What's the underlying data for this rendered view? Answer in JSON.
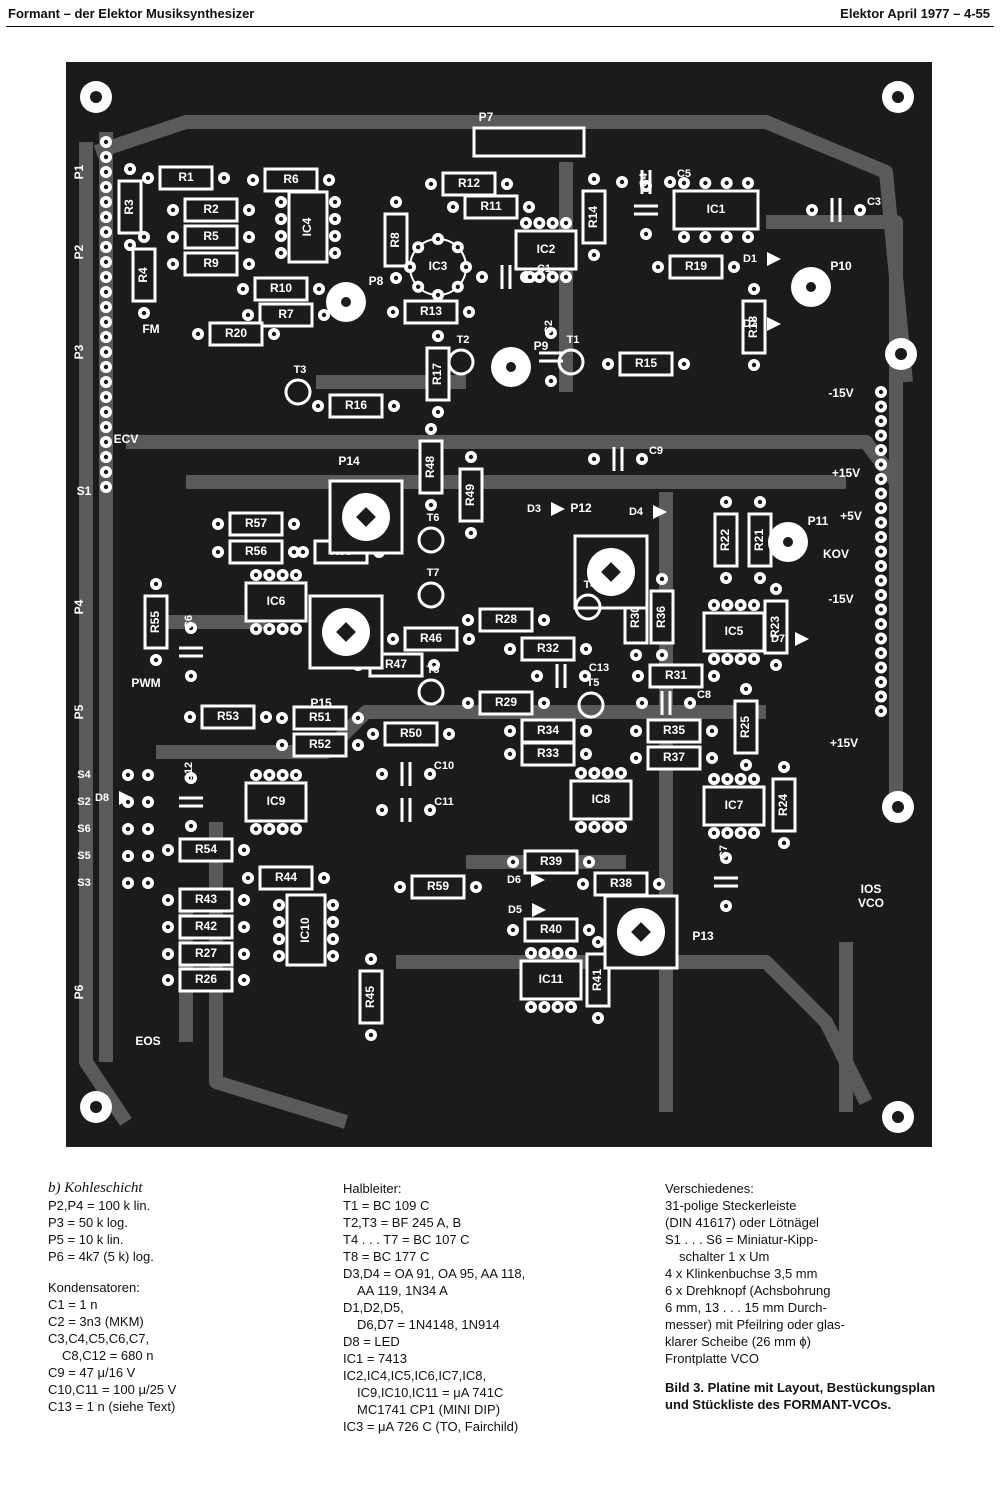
{
  "header": {
    "left": "Formant – der Elektor Musiksynthesizer",
    "right": "Elektor April 1977 – 4-55"
  },
  "board": {
    "component_labels": [
      "P1",
      "P2",
      "P3",
      "P4",
      "P5",
      "P6",
      "P7",
      "P8",
      "P9",
      "P10",
      "P11",
      "P12",
      "P13",
      "P14",
      "P15",
      "R1",
      "R2",
      "R3",
      "R4",
      "R5",
      "R6",
      "R7",
      "R8",
      "R9",
      "R10",
      "R11",
      "R12",
      "R13",
      "R14",
      "R15",
      "R16",
      "R17",
      "R18",
      "R19",
      "R20",
      "R21",
      "R22",
      "R23",
      "R24",
      "R25",
      "R26",
      "R27",
      "R28",
      "R29",
      "R30",
      "R31",
      "R32",
      "R33",
      "R34",
      "R35",
      "R36",
      "R37",
      "R38",
      "R39",
      "R40",
      "R41",
      "R42",
      "R43",
      "R44",
      "R45",
      "R46",
      "R47",
      "R48",
      "R49",
      "R50",
      "R51",
      "R52",
      "R53",
      "R54",
      "R55",
      "R56",
      "R57",
      "R58",
      "R59",
      "C1",
      "C2",
      "C3",
      "C4",
      "C5",
      "C6",
      "C7",
      "C8",
      "C9",
      "C10",
      "C11",
      "C12",
      "C13",
      "IC1",
      "IC2",
      "IC3",
      "IC4",
      "IC5",
      "IC6",
      "IC7",
      "IC8",
      "IC9",
      "IC10",
      "IC11",
      "T1",
      "T2",
      "T3",
      "T4",
      "T5",
      "T6",
      "T7",
      "T8",
      "D1",
      "D2",
      "D3",
      "D4",
      "D5",
      "D6",
      "D7",
      "D8",
      "S1",
      "S2",
      "S3",
      "S4",
      "S5",
      "S6",
      "FM",
      "ECV",
      "PWM",
      "EOS",
      "KOV",
      "IOS",
      "VCO",
      "-15V",
      "+15V",
      "+5V"
    ]
  },
  "col1": {
    "heading": "b) Kohleschicht",
    "lines_a": [
      "P2,P4 = 100 k lin.",
      "P3 = 50 k log.",
      "P5 = 10 k lin.",
      "P6 = 4k7 (5 k) log."
    ],
    "heading2": "Kondensatoren:",
    "lines_b": [
      "C1 = 1 n",
      "C2 = 3n3 (MKM)",
      "C3,C4,C5,C6,C7,",
      "C8,C12 = 680 n",
      "C9 = 47 μ/16 V",
      "C10,C11 = 100 μ/25 V",
      "C13 = 1 n (siehe Text)"
    ]
  },
  "col2": {
    "heading": "Halbleiter:",
    "lines": [
      "T1 = BC 109 C",
      "T2,T3 = BF 245 A, B",
      "T4 . . . T7 = BC 107 C",
      "T8 = BC 177 C",
      "D3,D4 = OA 91, OA 95, AA 118,",
      "AA 119, 1N34 A",
      "D1,D2,D5,",
      "D6,D7 = 1N4148, 1N914",
      "D8 = LED",
      "IC1 = 7413",
      "IC2,IC4,IC5,IC6,IC7,IC8,",
      "IC9,IC10,IC11 = μA 741C",
      "MC1741 CP1 (MINI DIP)",
      "IC3 = μA 726 C (TO, Fairchild)"
    ]
  },
  "col3": {
    "heading": "Verschiedenes:",
    "lines": [
      "31-polige Steckerleiste",
      "(DIN 41617) oder Lötnägel",
      "S1 . . . S6 = Miniatur-Kipp-",
      "schalter 1 x Um",
      "4 x Klinkenbuchse 3,5 mm",
      "6 x Drehknopf (Achsbohrung",
      "6 mm, 13 . . . 15 mm Durch-",
      "messer) mit Pfeilring oder glas-",
      "klarer Scheibe (26 mm ϕ)",
      "Frontplatte VCO"
    ],
    "caption_1": "Bild 3. Platine mit Layout, Bestückungsplan",
    "caption_2": "und Stückliste des FORMANT-VCOs."
  }
}
